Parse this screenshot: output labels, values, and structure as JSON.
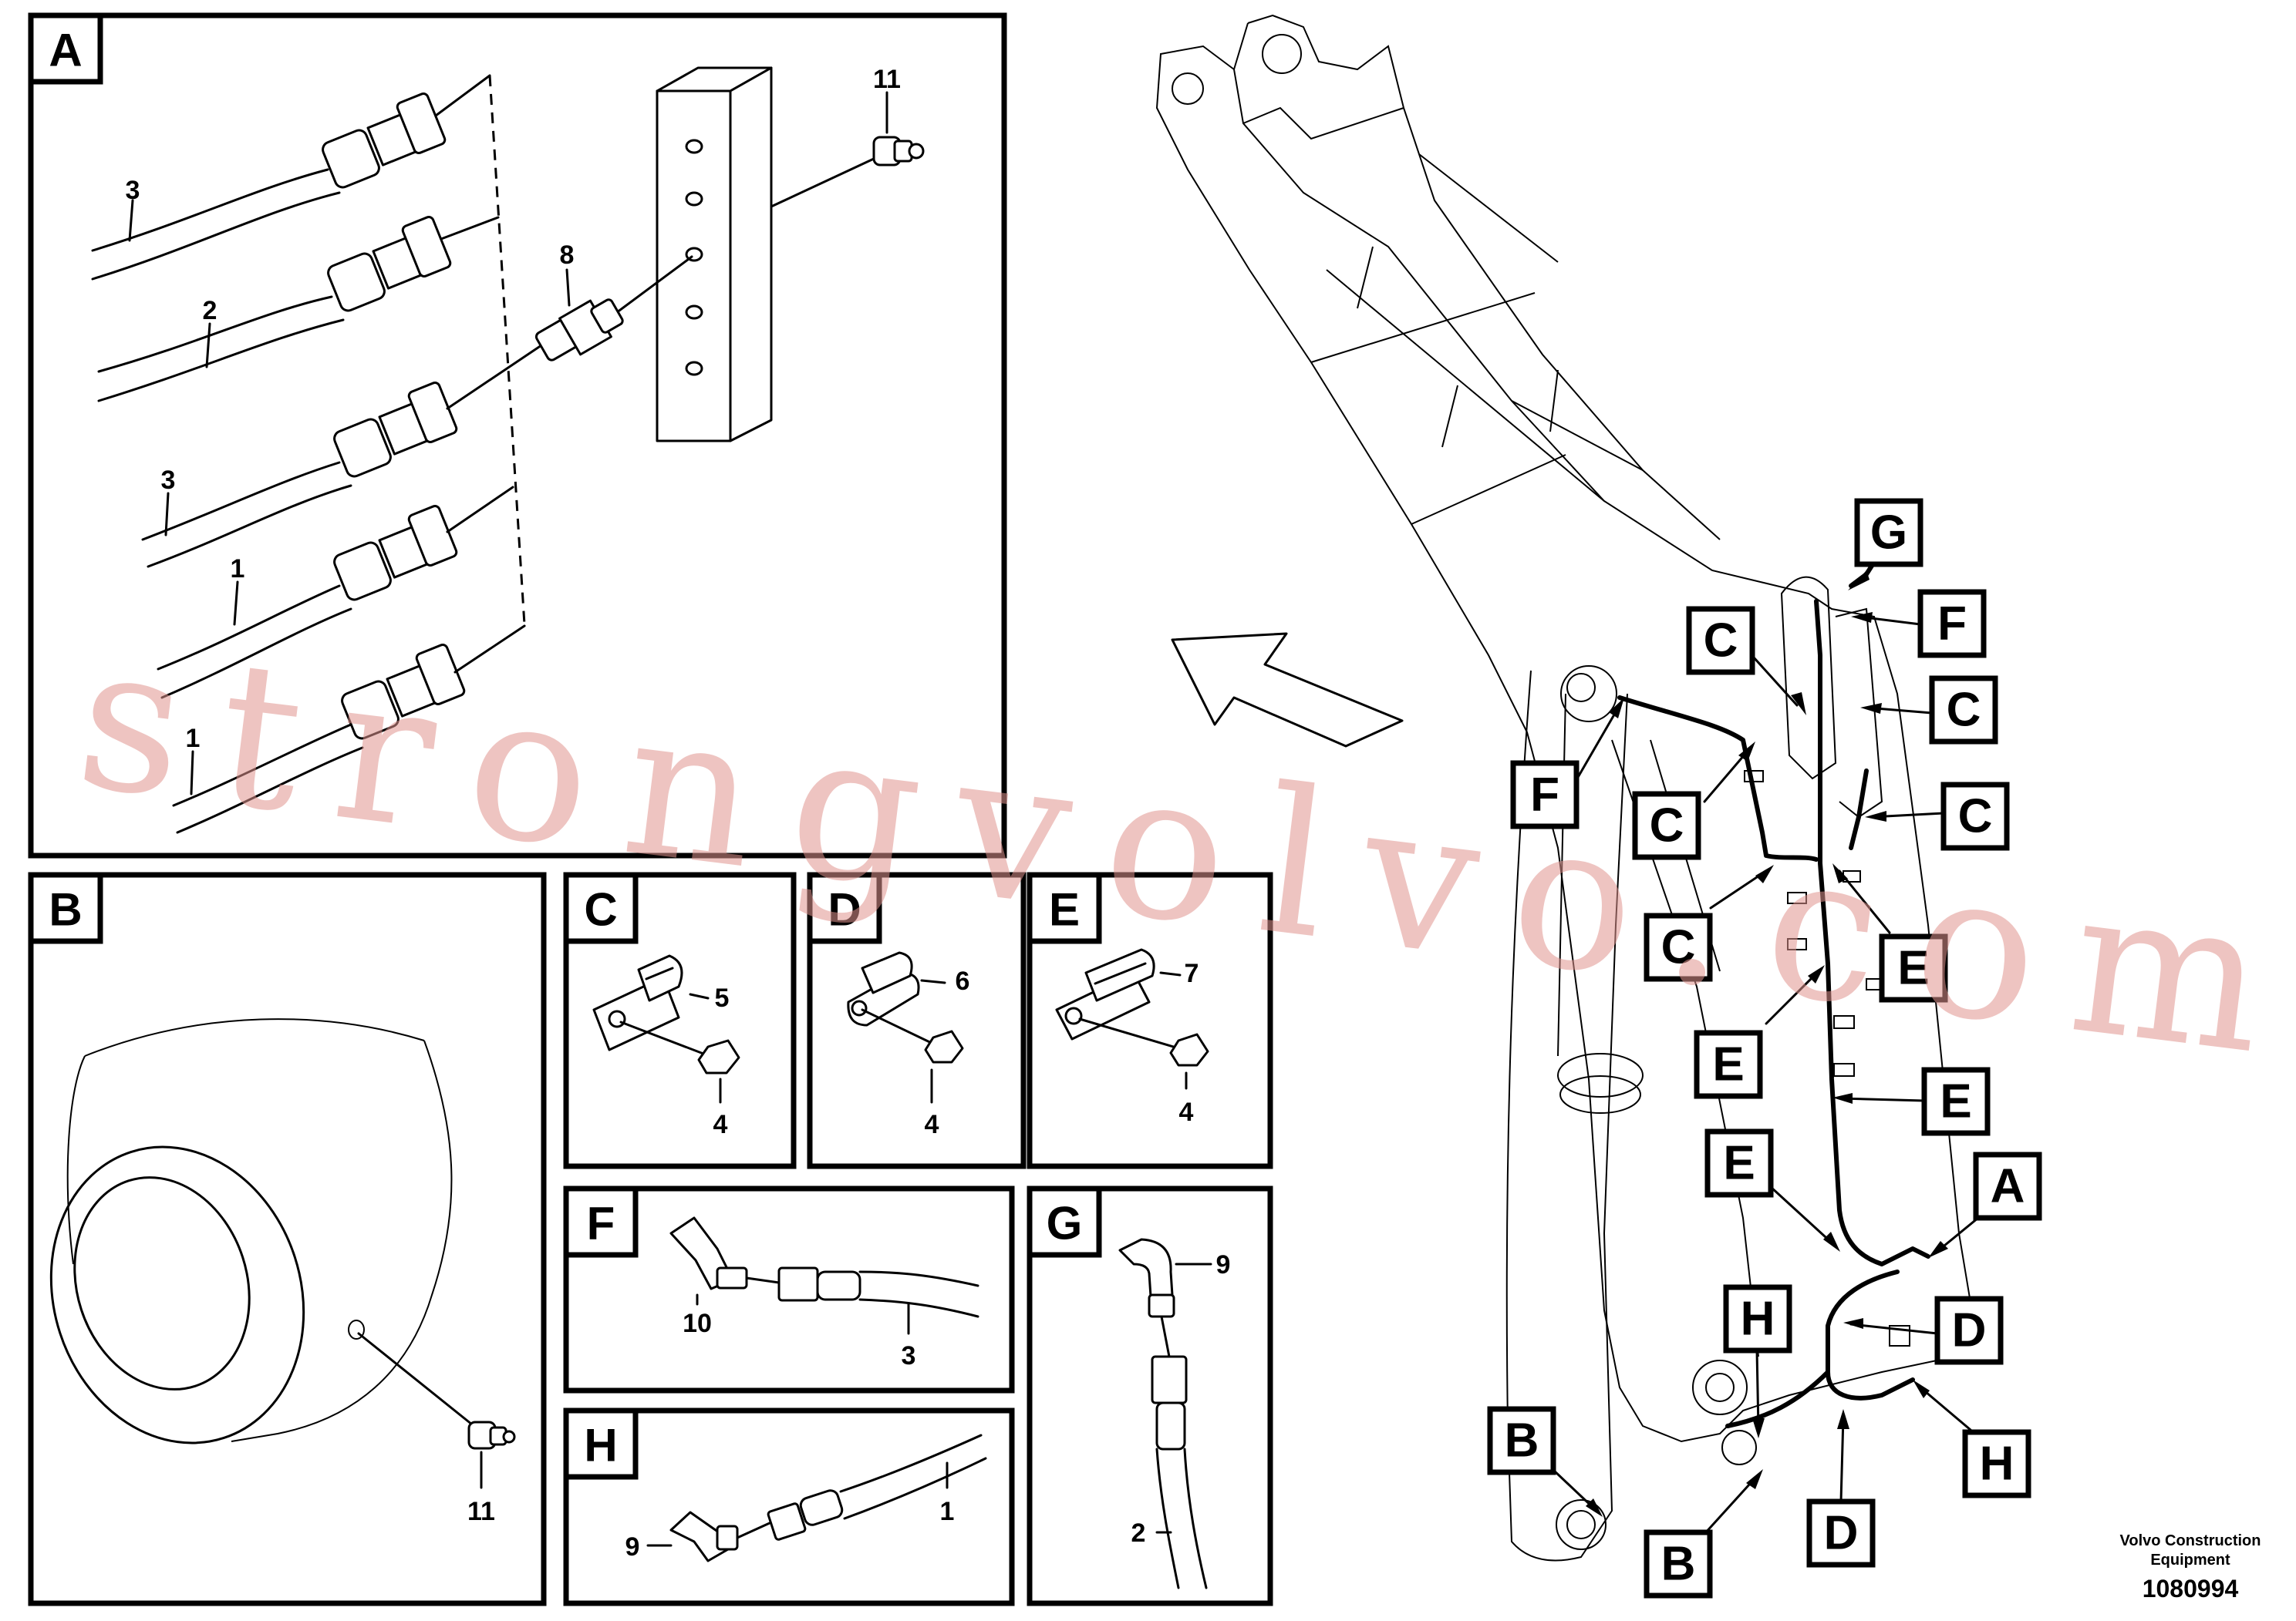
{
  "panels": {
    "A": "A",
    "B": "B",
    "C": "C",
    "D": "D",
    "E": "E",
    "F": "F",
    "G": "G",
    "H": "H"
  },
  "parts": {
    "a3_top": "3",
    "a2": "2",
    "a3_mid": "3",
    "a1_upper": "1",
    "a1_lower": "1",
    "a8": "8",
    "a11": "11",
    "b11": "11",
    "c5": "5",
    "c4": "4",
    "d6": "6",
    "d4": "4",
    "e7": "7",
    "e4": "4",
    "f10": "10",
    "f3": "3",
    "g9": "9",
    "g2": "2",
    "h9": "9",
    "h1": "1"
  },
  "callouts": {
    "g_top": "G",
    "c_top_left": "C",
    "f_top_right": "F",
    "c_right_1": "C",
    "f_left": "F",
    "c_right_2": "C",
    "c_left_1": "C",
    "c_left_2": "C",
    "e_right_1": "E",
    "e_left_1": "E",
    "e_right_2": "E",
    "e_left_2": "E",
    "a_right": "A",
    "h_left": "H",
    "d_right": "D",
    "b_left": "B",
    "h_right": "H",
    "d_bottom": "D",
    "b_bottom": "B"
  },
  "footer": {
    "brand_line1": "Volvo Construction",
    "brand_line2": "Equipment",
    "doc_number": "1080994"
  },
  "watermark": "strongvolvo.com"
}
